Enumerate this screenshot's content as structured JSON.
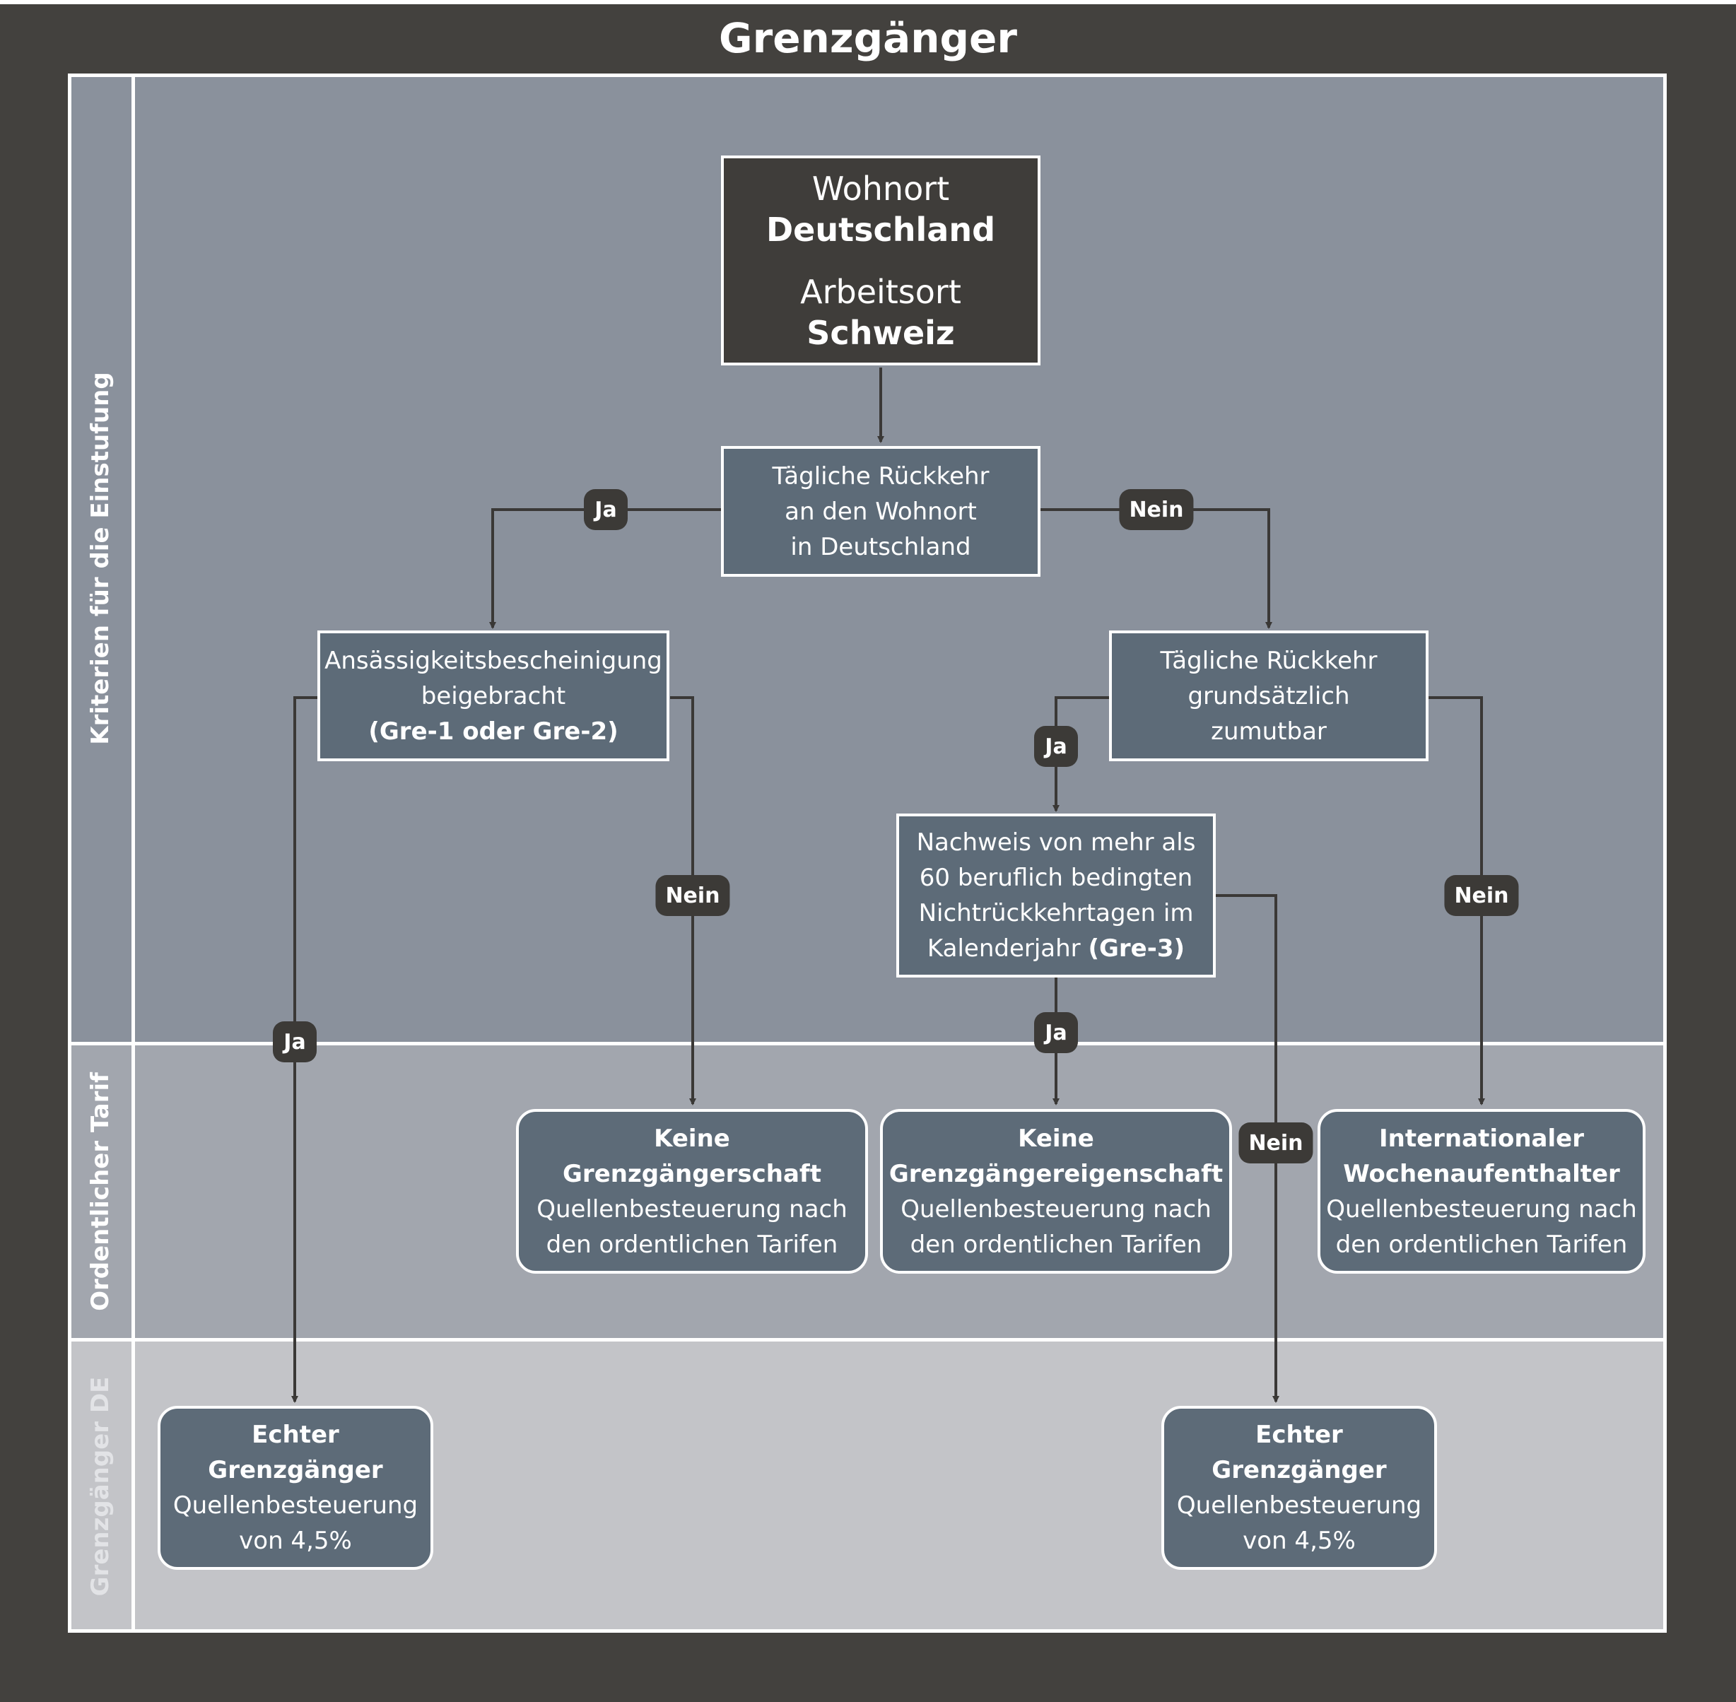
{
  "title": "Grenzgänger",
  "lanes": [
    {
      "label": "Kriterien für die Einstufung"
    },
    {
      "label": "Ordentlicher Tarif"
    },
    {
      "label": "Grenzgänger DE"
    }
  ],
  "start": {
    "line1": "Wohnort",
    "line2": "Deutschland",
    "line3": "Arbeitsort",
    "line4": "Schweiz"
  },
  "decisions": {
    "daily_return": {
      "lines": [
        "Tägliche Rückkehr",
        "an den Wohnort",
        "in Deutschland"
      ]
    },
    "residence_cert": {
      "lines": [
        "Ansässigkeitsbescheinigung",
        "beigebracht"
      ],
      "bold": "(Gre-1 oder Gre-2)"
    },
    "return_reasonable": {
      "lines": [
        "Tägliche Rückkehr",
        "grundsätzlich",
        "zumutbar"
      ]
    },
    "proof_60": {
      "lines": [
        "Nachweis von mehr als",
        "60 beruflich bedingten",
        "Nichtrückkehrtagen im"
      ],
      "last_text": "Kalenderjahr ",
      "last_bold": "(Gre-3)"
    }
  },
  "outcomes": {
    "keine_schaft": {
      "title1": "Keine",
      "title2": "Grenzgängerschaft",
      "text1": "Quellenbesteuerung nach",
      "text2": "den ordentlichen Tarifen"
    },
    "keine_eigenschaft": {
      "title1": "Keine",
      "title2": "Grenzgängereigenschaft",
      "text1": "Quellenbesteuerung nach",
      "text2": "den ordentlichen Tarifen"
    },
    "wochenaufenthalter": {
      "title1": "Internationaler",
      "title2": "Wochenaufenthalter",
      "text1": "Quellenbesteuerung nach",
      "text2": "den ordentlichen Tarifen"
    },
    "echter_left": {
      "title1": "Echter",
      "title2": "Grenzgänger",
      "text1": "Quellenbesteuerung",
      "text2": "von 4,5%"
    },
    "echter_right": {
      "title1": "Echter",
      "title2": "Grenzgänger",
      "text1": "Quellenbesteuerung",
      "text2": "von 4,5%"
    }
  },
  "badges": {
    "ja": "Ja",
    "nein": "Nein"
  },
  "colors": {
    "frame": "#43413e",
    "lane_criteria": "#8a919c",
    "lane_tariff": "#a2a6ae",
    "lane_de": "#c3c4c8",
    "box": "#5d6b78",
    "start_box": "#3f3d3a",
    "badge": "#3c3a37",
    "line": "#3a3836"
  }
}
